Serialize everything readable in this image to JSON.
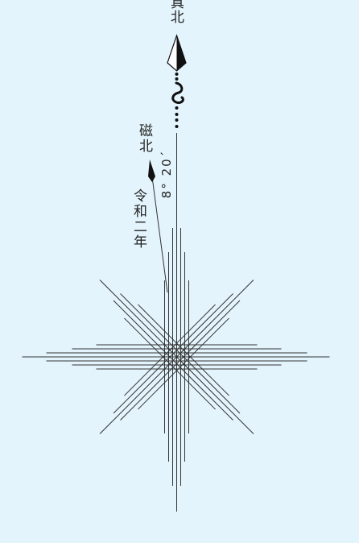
{
  "compass": {
    "true_north_label": "真北",
    "magnetic_north_label": "磁北",
    "declination_label": "8° 20´",
    "era_label": "令和二年"
  },
  "colors": {
    "background": "#e3f4fc",
    "line": "#333333",
    "fill": "#111111"
  },
  "icons": [
    "true-north-arrowhead-icon",
    "ornament-icon",
    "magnetic-north-arrowhead-icon",
    "compass-rose-icon"
  ]
}
